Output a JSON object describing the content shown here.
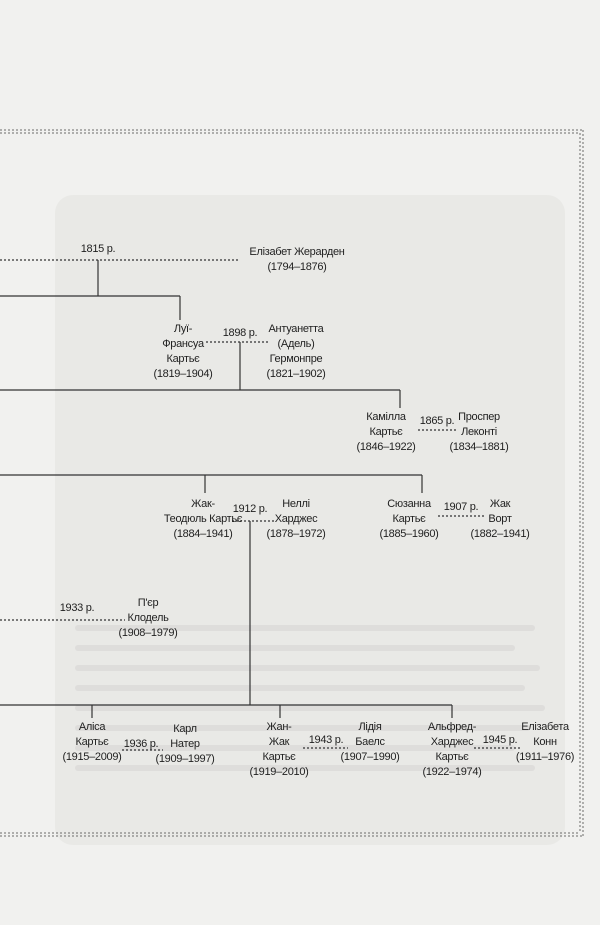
{
  "people": {
    "elisabet": {
      "lines": [
        "Елізабет Жерарден",
        "(1794–1876)"
      ]
    },
    "lui": {
      "lines": [
        "Луї-",
        "Франсуа",
        "Картьє",
        "(1819–1904)"
      ]
    },
    "antuanetta": {
      "lines": [
        "Антуанетта",
        "(Адель)",
        "Гермонпре",
        "(1821–1902)"
      ]
    },
    "kamilla": {
      "lines": [
        "Камілла",
        "Картьє",
        "(1846–1922)"
      ]
    },
    "prosper": {
      "lines": [
        "Проспер",
        "Леконті",
        "(1834–1881)"
      ]
    },
    "zhak_teodul": {
      "lines": [
        "Жак-",
        "Теодюль Картьє",
        "(1884–1941)"
      ]
    },
    "nelli": {
      "lines": [
        "Неллі",
        "Харджес",
        "(1878–1972)"
      ]
    },
    "suzanna": {
      "lines": [
        "Сюзанна",
        "Картьє",
        "(1885–1960)"
      ]
    },
    "zhak_vort": {
      "lines": [
        "Жак",
        "Ворт",
        "(1882–1941)"
      ]
    },
    "pier": {
      "lines": [
        "П'єр",
        "Клодель",
        "(1908–1979)"
      ]
    },
    "alisa": {
      "lines": [
        "Аліса",
        "Картьє",
        "(1915–2009)"
      ]
    },
    "karl": {
      "lines": [
        "Карл",
        "Натер",
        "(1909–1997)"
      ]
    },
    "zhan_zhak": {
      "lines": [
        "Жан-",
        "Жак",
        "Картьє",
        "(1919–2010)"
      ]
    },
    "lidiia": {
      "lines": [
        "Лідія",
        "Баелс",
        "(1907–1990)"
      ]
    },
    "alfred": {
      "lines": [
        "Альфред-",
        "Харджес",
        "Картьє",
        "(1922–1974)"
      ]
    },
    "elisabeta": {
      "lines": [
        "Елізабета",
        "Конн",
        "(1911–1976)"
      ]
    }
  },
  "marriages": {
    "m1815": "1815 р.",
    "m1898": "1898 р.",
    "m1865": "1865 р.",
    "m1912": "1912 р.",
    "m1907": "1907 р.",
    "m1933": "1933 р.",
    "m1936": "1936 р.",
    "m1943": "1943 р.",
    "m1945": "1945 р."
  }
}
